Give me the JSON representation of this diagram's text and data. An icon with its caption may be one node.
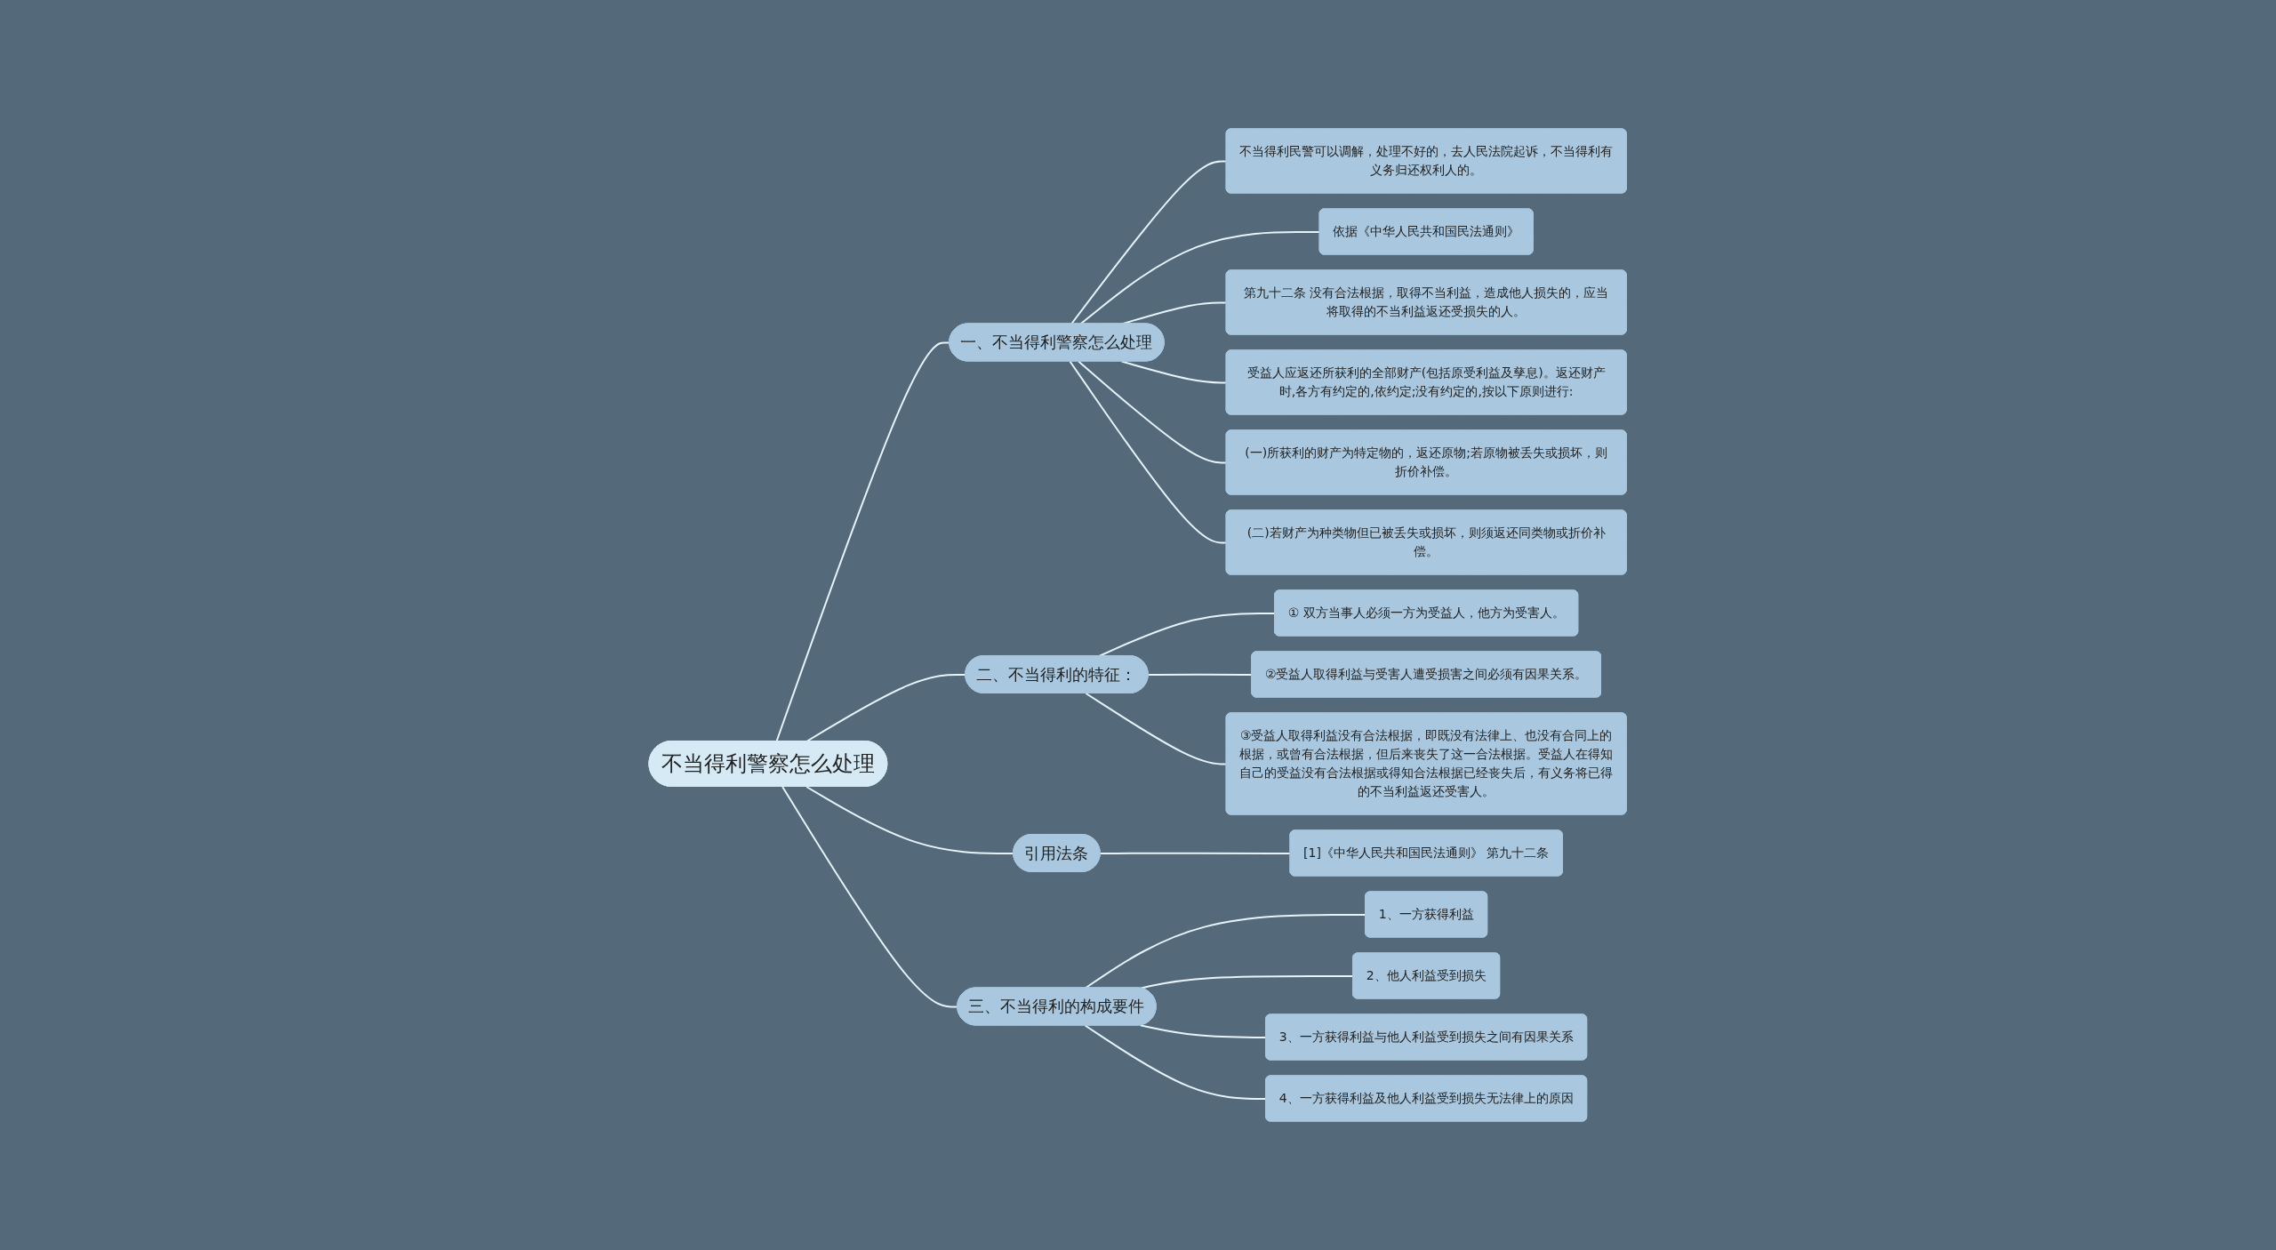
{
  "diagram": {
    "nodes": [
      {
        "text": [
          "不当得利警察怎么处理"
        ]
      },
      {
        "text": [
          "一、不当得利警察怎么处理"
        ]
      },
      {
        "text": [
          "不当得利民警可以调解，处理不好的，去人民法院起诉，不当得利有义务归还权利人的。"
        ]
      },
      {
        "text": [
          "依据《中华人民共和国民法通则》"
        ]
      },
      {
        "text": [
          "第九十二条 没有合法根据，取得不当利益，造成他人损失的，应当将取得的不当利益返还受损失的人。"
        ]
      },
      {
        "text": [
          "受益人应返还所获利的全部财产(包括原受利益及孳息)。返还财产时,各方有约定的,依约定;没有约定的,按以下原则进行:"
        ]
      },
      {
        "text": [
          "(一)所获利的财产为特定物的，返还原物;若原物被丢失或损坏，则折价补偿。"
        ]
      },
      {
        "text": [
          "(二)若财产为种类物但已被丢失或损坏，则须返还同类物或折价补偿。"
        ]
      },
      {
        "text": [
          "二、不当得利的特征："
        ]
      },
      {
        "text": [
          "① 双方当事人必须一方为受益人，他方为受害人。"
        ]
      },
      {
        "text": [
          "②受益人取得利益与受害人遭受损害之间必须有因果关系。"
        ]
      },
      {
        "text": [
          "③受益人取得利益没有合法根据，即既没有法律上、也没有合同上的根据，或曾有合法根据，但后来丧失了这一合法根据。受益人在得知自己的受益没有合法根据或得知合法根据已经丧失后，有义务将已得的不当利益返还受害人。"
        ]
      },
      {
        "text": [
          "引用法条"
        ]
      },
      {
        "text": [
          "[1]《中华人民共和国民法通则》 第九十二条"
        ]
      },
      {
        "text": [
          "三、不当得利的构成要件"
        ]
      },
      {
        "text": [
          "1、一方获得利益"
        ]
      },
      {
        "text": [
          "2、他人利益受到损失"
        ]
      },
      {
        "text": [
          "3、一方获得利益与他人利益受到损失之间有因果关系"
        ]
      },
      {
        "text": [
          "4、一方获得利益及他人利益受到损失无法律上的原因"
        ]
      }
    ],
    "edges": [
      {
        "from": 0,
        "to": 1,
        "arrow": "none"
      },
      {
        "from": 1,
        "to": 2,
        "arrow": "none"
      },
      {
        "from": 1,
        "to": 3,
        "arrow": "none"
      },
      {
        "from": 1,
        "to": 4,
        "arrow": "none"
      },
      {
        "from": 1,
        "to": 5,
        "arrow": "none"
      },
      {
        "from": 1,
        "to": 6,
        "arrow": "none"
      },
      {
        "from": 1,
        "to": 7,
        "arrow": "none"
      },
      {
        "from": 0,
        "to": 8,
        "arrow": "none"
      },
      {
        "from": 8,
        "to": 9,
        "arrow": "none"
      },
      {
        "from": 8,
        "to": 10,
        "arrow": "none"
      },
      {
        "from": 8,
        "to": 11,
        "arrow": "none"
      },
      {
        "from": 0,
        "to": 12,
        "arrow": "none"
      },
      {
        "from": 12,
        "to": 13,
        "arrow": "none"
      },
      {
        "from": 0,
        "to": 14,
        "arrow": "none"
      },
      {
        "from": 14,
        "to": 15,
        "arrow": "none"
      },
      {
        "from": 14,
        "to": 16,
        "arrow": "none"
      },
      {
        "from": 14,
        "to": 17,
        "arrow": "none"
      },
      {
        "from": 14,
        "to": 18,
        "arrow": "none"
      }
    ]
  }
}
